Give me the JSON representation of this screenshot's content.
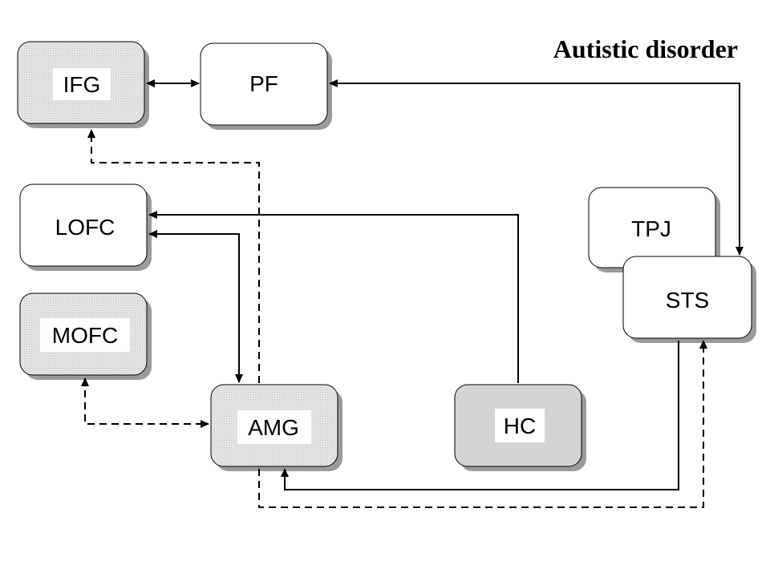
{
  "title": "Autistic disorder",
  "nodes": {
    "ifg": "IFG",
    "pf": "PF",
    "lofc": "LOFC",
    "mofc": "MOFC",
    "tpj": "TPJ",
    "sts": "STS",
    "amg": "AMG",
    "hc": "HC"
  },
  "colors": {
    "dotted_fill": "#e4e4e4",
    "gray_fill": "#d4d4d4",
    "white_fill": "#ffffff",
    "shadow": "#9a9a9a",
    "line": "#000000"
  }
}
